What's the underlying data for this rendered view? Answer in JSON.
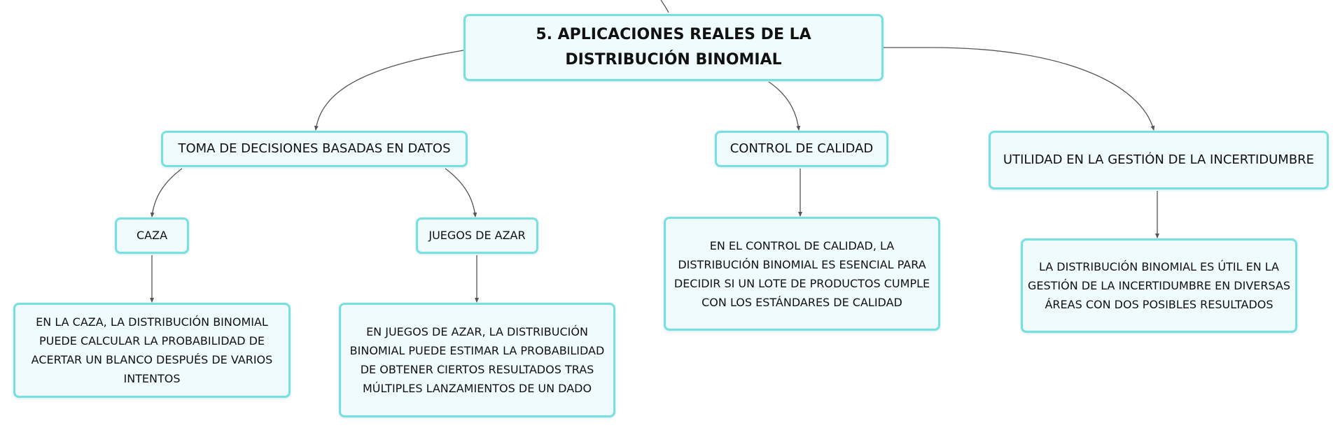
{
  "diagram": {
    "main_node": "5. APLICACIONES REALES DE LA DISTRIBUCIÓN BINOMIAL",
    "branches": [
      {
        "label": "TOMA DE DECISIONES BASADAS EN DATOS",
        "children": [
          {
            "label": "CAZA",
            "description": "EN LA CAZA, LA DISTRIBUCIÓN BINOMIAL PUEDE CALCULAR LA PROBABILIDAD DE ACERTAR UN BLANCO DESPUÉS DE VARIOS INTENTOS"
          },
          {
            "label": "JUEGOS DE AZAR",
            "description": "EN JUEGOS DE AZAR, LA DISTRIBUCIÓN BINOMIAL PUEDE ESTIMAR LA PROBABILIDAD DE OBTENER CIERTOS RESULTADOS TRAS MÚLTIPLES LANZAMIENTOS DE UN DADO"
          }
        ]
      },
      {
        "label": "CONTROL DE CALIDAD",
        "description": "EN EL CONTROL DE CALIDAD, LA DISTRIBUCIÓN BINOMIAL ES ESENCIAL PARA DECIDIR SI UN LOTE DE PRODUCTOS CUMPLE CON LOS ESTÁNDARES DE CALIDAD"
      },
      {
        "label": "UTILIDAD EN LA GESTIÓN DE LA INCERTIDUMBRE",
        "description": "LA DISTRIBUCIÓN BINOMIAL ES ÚTIL EN LA GESTIÓN DE LA INCERTIDUMBRE EN DIVERSAS ÁREAS CON DOS POSIBLES RESULTADOS"
      }
    ]
  },
  "colors": {
    "node_border": "#78dfe2",
    "node_fill": "#effbfc",
    "edge": "#555555",
    "text": "#111111"
  }
}
